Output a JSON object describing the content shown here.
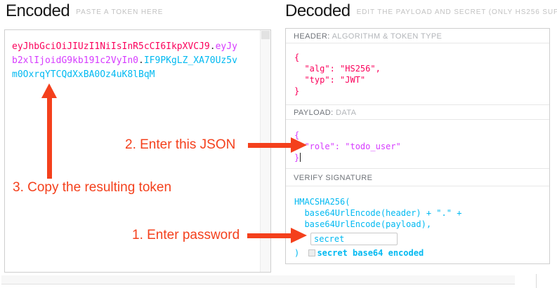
{
  "encoded": {
    "title": "Encoded",
    "subtitle": "PASTE A TOKEN HERE",
    "token": {
      "header": "eyJhbGciOiJIUzI1NiIsInR5cCI6IkpXVCJ9",
      "separator": ".",
      "payload": "eyJyb2xlIjoidG9kb191c2VyIn0",
      "signature": "IF9PKgLZ_XA70Uz5vm0OxrqYTCQdXxBA0Oz4uK8lBqM"
    }
  },
  "decoded": {
    "title": "Decoded",
    "subtitle": "EDIT THE PAYLOAD AND SECRET (ONLY HS256 SUPPORTED)",
    "header_section": {
      "label_primary": "HEADER:",
      "label_secondary": "ALGORITHM & TOKEN TYPE",
      "lines": [
        "{",
        "  \"alg\": \"HS256\",",
        "  \"typ\": \"JWT\"",
        "}"
      ]
    },
    "payload_section": {
      "label_primary": "PAYLOAD:",
      "label_secondary": "DATA",
      "lines": [
        "{",
        "  \"role\": \"todo_user\"",
        "}"
      ]
    },
    "signature_section": {
      "label": "VERIFY SIGNATURE",
      "code_line1": "HMACSHA256(",
      "code_line2": "  base64UrlEncode(header) + \".\" +",
      "code_line3": "  base64UrlEncode(payload),",
      "secret_value": "secret",
      "code_close": ") ",
      "checkbox_label": "secret base64 encoded"
    }
  },
  "annotations": {
    "step1": "1. Enter password",
    "step2": "2. Enter this JSON",
    "step3": "3. Copy the resulting token"
  },
  "colors": {
    "token_header": "#fb015b",
    "token_payload": "#d63aff",
    "token_signature": "#00b9f1",
    "annotation": "#f4401c"
  }
}
